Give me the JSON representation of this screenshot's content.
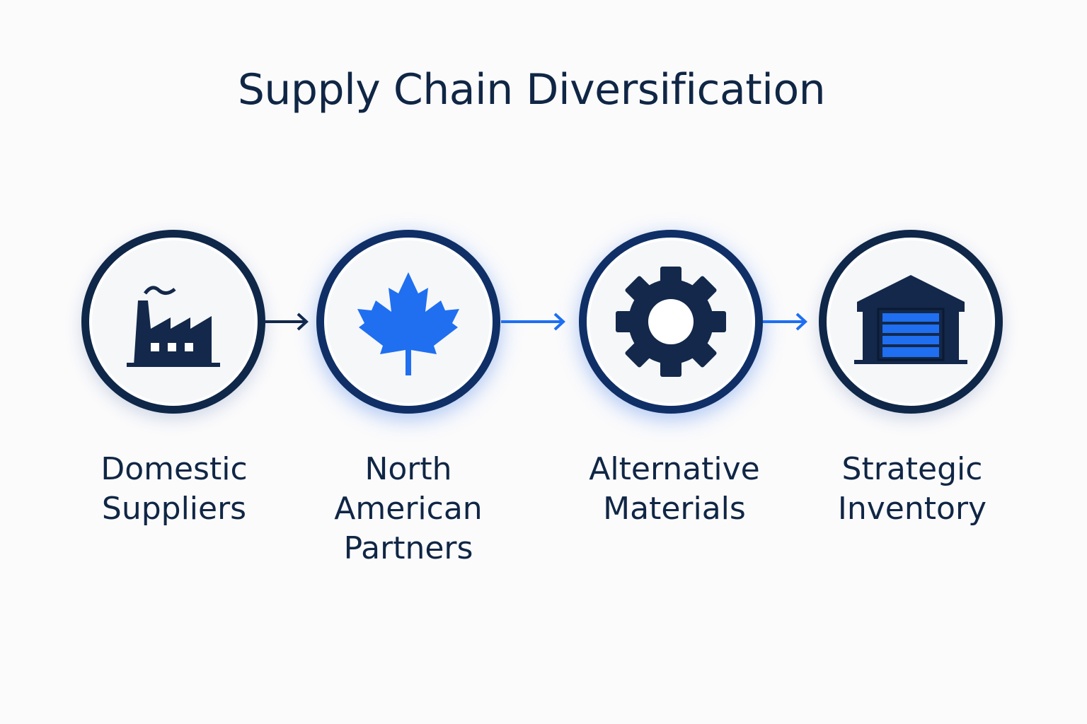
{
  "title": "Supply Chain Diversification",
  "steps": [
    {
      "label_lines": [
        "Domestic",
        "Suppliers"
      ],
      "icon": "factory-icon"
    },
    {
      "label_lines": [
        "North",
        "American",
        "Partners"
      ],
      "icon": "maple-leaf-icon"
    },
    {
      "label_lines": [
        "Alternative",
        "Materials"
      ],
      "icon": "gear-icon"
    },
    {
      "label_lines": [
        "Strategic",
        "Inventory"
      ],
      "icon": "warehouse-icon"
    }
  ],
  "colors": {
    "navy": "#13284a",
    "blue": "#1f6ff0"
  }
}
